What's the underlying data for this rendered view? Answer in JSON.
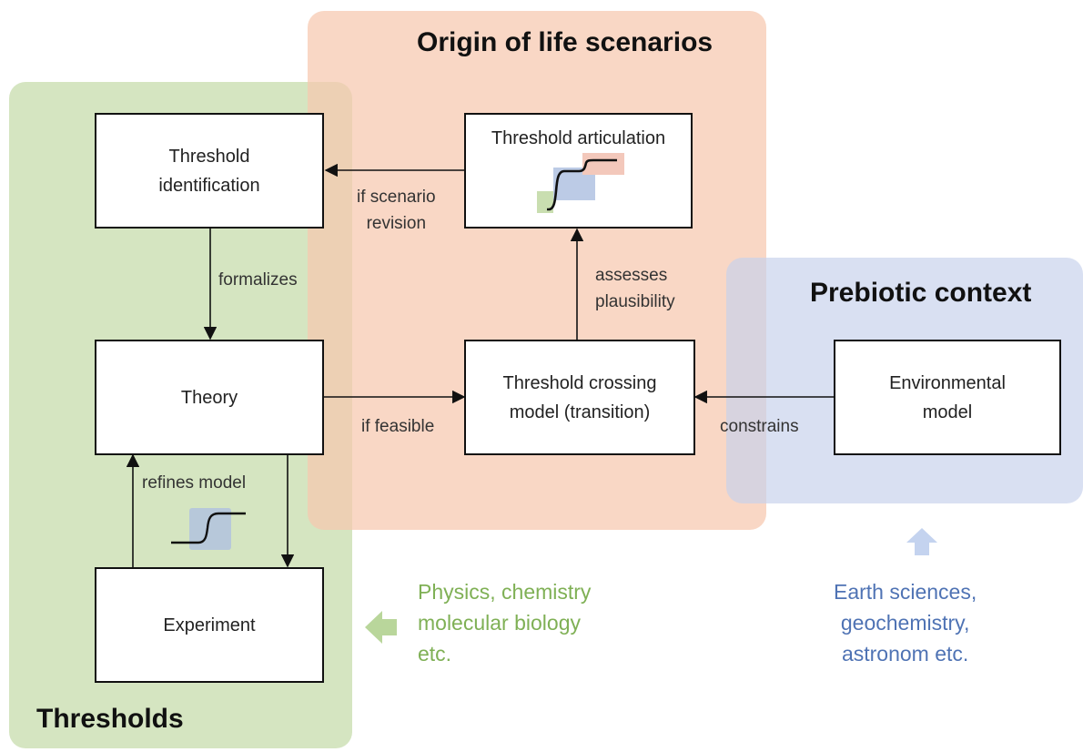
{
  "regions": {
    "thresholds": "Thresholds",
    "origin": "Origin of life scenarios",
    "prebiotic": "Prebiotic context"
  },
  "boxes": {
    "threshold_identification": [
      "Threshold",
      "identification"
    ],
    "threshold_articulation": "Threshold articulation",
    "theory": "Theory",
    "threshold_crossing": [
      "Threshold crossing",
      "model (transition)"
    ],
    "environmental": [
      "Environmental",
      "model"
    ],
    "experiment": "Experiment"
  },
  "labels": {
    "formalizes": "formalizes",
    "if_scenario_revision": [
      "if scenario",
      "revision"
    ],
    "assesses_plausibility": [
      "assesses",
      "plausibility"
    ],
    "if_feasible": "if feasible",
    "constrains": "constrains",
    "refines_model": "refines model"
  },
  "sources": {
    "physics": [
      "Physics, chemistry",
      "molecular biology",
      "etc."
    ],
    "earth": [
      "Earth sciences,",
      "geochemistry,",
      "astronom etc."
    ]
  },
  "colors": {
    "thresholds_region": "#c9deb0",
    "origin_region": "#f6c8ae",
    "prebiotic_region": "#c7d2ec",
    "physics_text": "#7fb055",
    "earth_text": "#4f73b4",
    "physics_arrow": "#b9d69b",
    "earth_arrow": "#c4d3ef"
  }
}
